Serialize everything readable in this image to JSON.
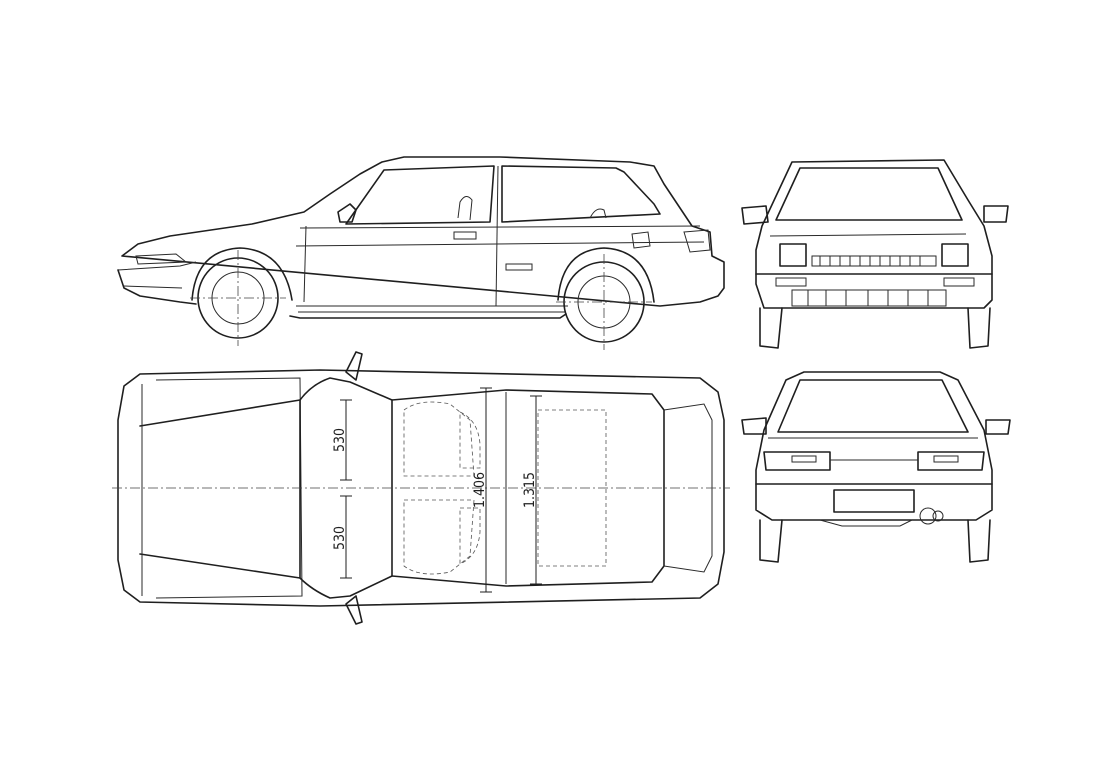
{
  "diagram": {
    "dimensions": {
      "front_seat_left": "530",
      "front_seat_right": "530",
      "front_interior_width": "1.406",
      "rear_interior_width": "1.315"
    }
  }
}
